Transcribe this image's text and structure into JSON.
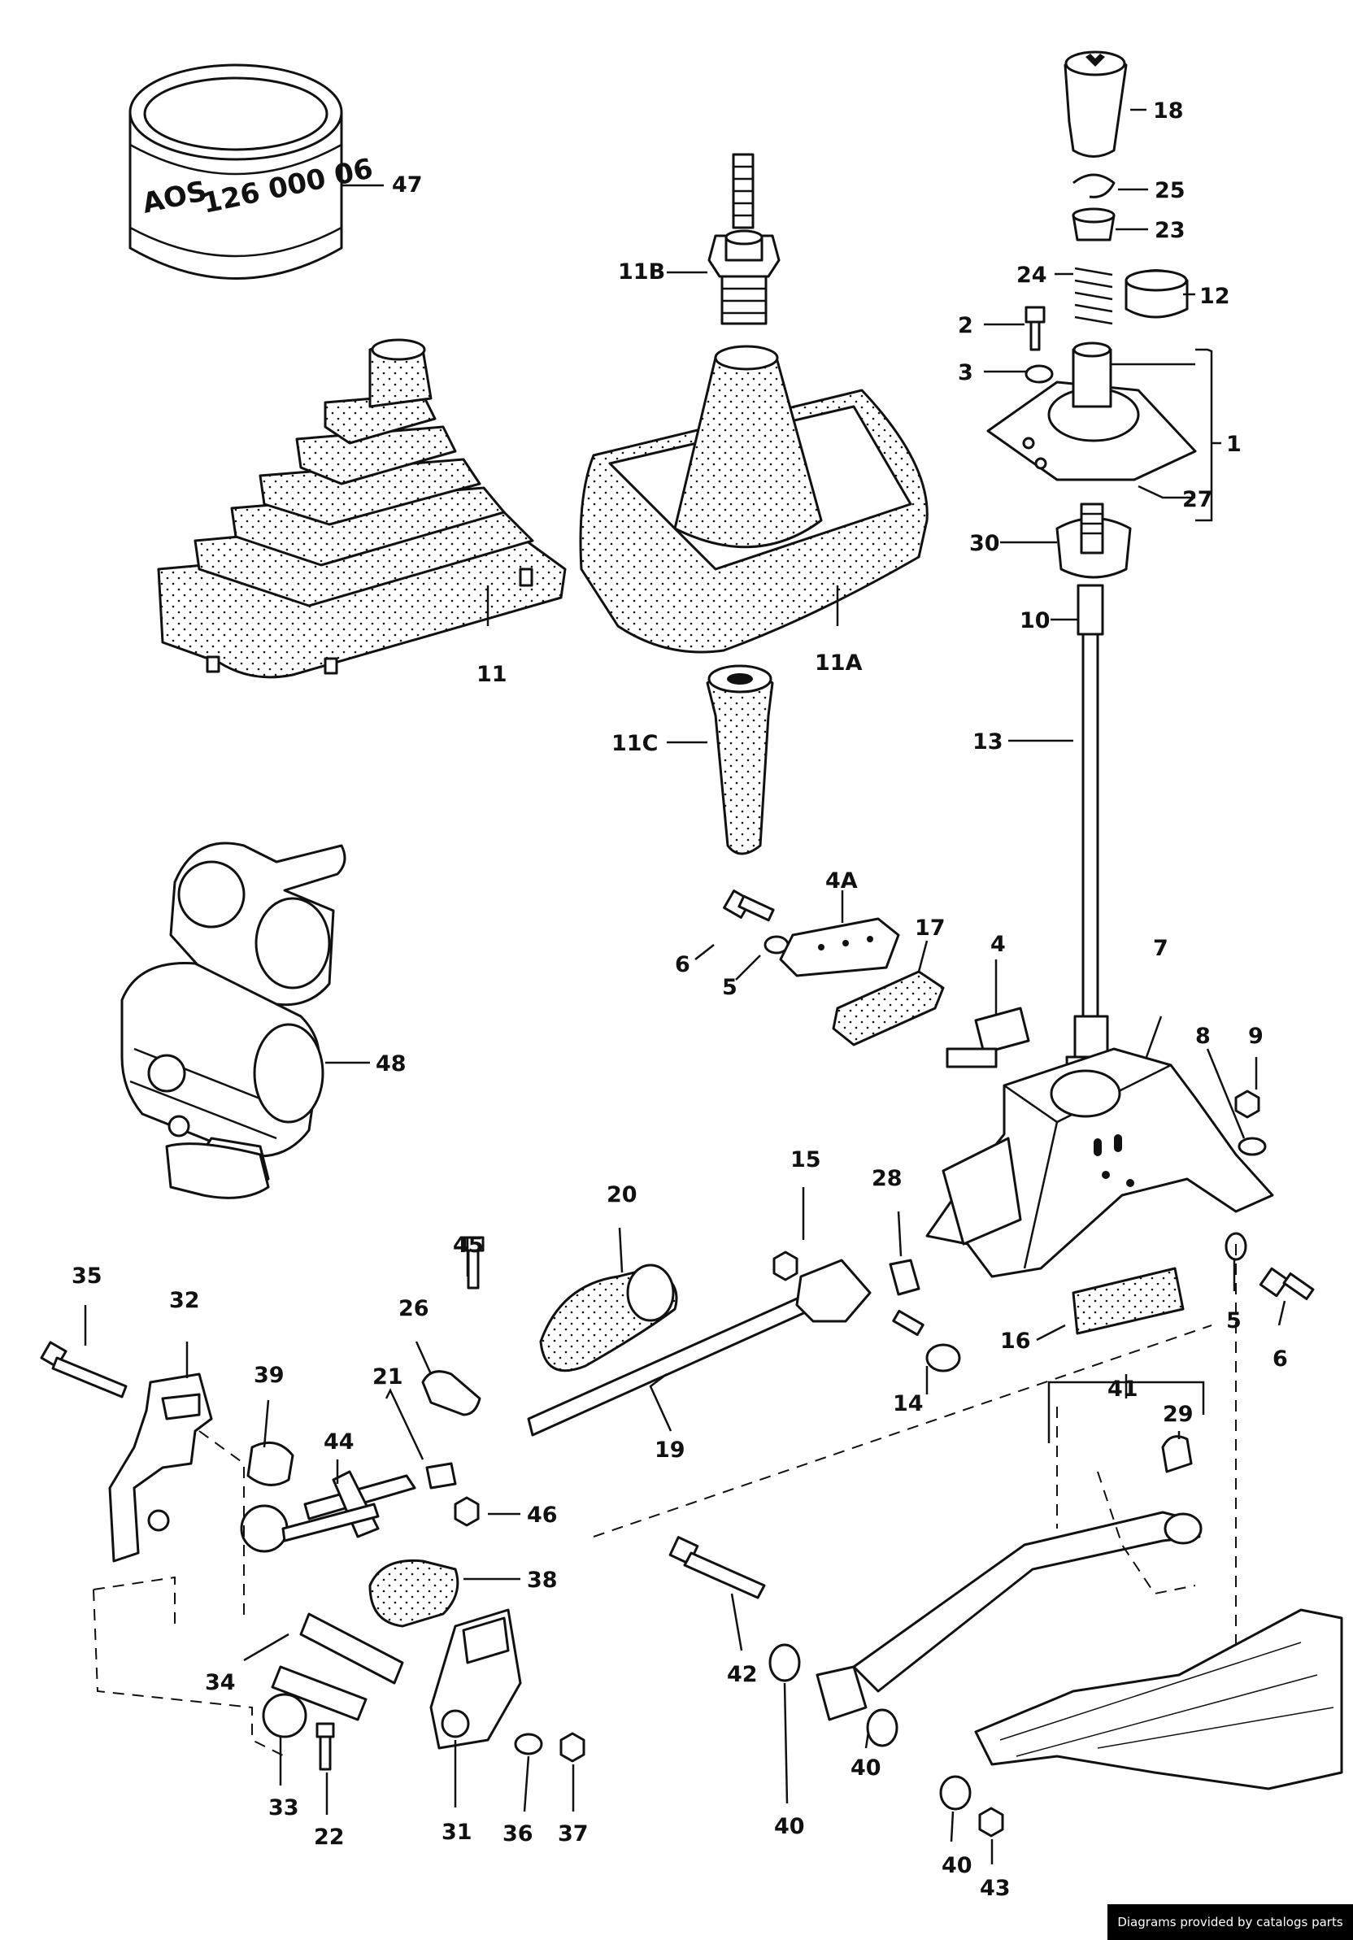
{
  "callouts": [
    {
      "id": "47",
      "text": "47"
    },
    {
      "id": "11B",
      "text": "11B"
    },
    {
      "id": "18",
      "text": "18"
    },
    {
      "id": "25",
      "text": "25"
    },
    {
      "id": "23",
      "text": "23"
    },
    {
      "id": "24",
      "text": "24"
    },
    {
      "id": "12",
      "text": "12"
    },
    {
      "id": "2",
      "text": "2"
    },
    {
      "id": "3",
      "text": "3"
    },
    {
      "id": "1",
      "text": "1"
    },
    {
      "id": "27",
      "text": "27"
    },
    {
      "id": "30",
      "text": "30"
    },
    {
      "id": "10",
      "text": "10"
    },
    {
      "id": "11",
      "text": "11"
    },
    {
      "id": "11A",
      "text": "11A"
    },
    {
      "id": "11C",
      "text": "11C"
    },
    {
      "id": "13",
      "text": "13"
    },
    {
      "id": "4A",
      "text": "4A"
    },
    {
      "id": "6a",
      "text": "6"
    },
    {
      "id": "5a",
      "text": "5"
    },
    {
      "id": "17",
      "text": "17"
    },
    {
      "id": "4",
      "text": "4"
    },
    {
      "id": "7",
      "text": "7"
    },
    {
      "id": "8",
      "text": "8"
    },
    {
      "id": "9",
      "text": "9"
    },
    {
      "id": "48",
      "text": "48"
    },
    {
      "id": "15",
      "text": "15"
    },
    {
      "id": "20",
      "text": "20"
    },
    {
      "id": "28",
      "text": "28"
    },
    {
      "id": "45",
      "text": "45"
    },
    {
      "id": "35",
      "text": "35"
    },
    {
      "id": "32",
      "text": "32"
    },
    {
      "id": "26",
      "text": "26"
    },
    {
      "id": "5b",
      "text": "5"
    },
    {
      "id": "6b",
      "text": "6"
    },
    {
      "id": "16",
      "text": "16"
    },
    {
      "id": "14",
      "text": "14"
    },
    {
      "id": "39",
      "text": "39"
    },
    {
      "id": "21",
      "text": "21"
    },
    {
      "id": "19",
      "text": "19"
    },
    {
      "id": "41",
      "text": "41"
    },
    {
      "id": "29",
      "text": "29"
    },
    {
      "id": "44",
      "text": "44"
    },
    {
      "id": "46",
      "text": "46"
    },
    {
      "id": "38",
      "text": "38"
    },
    {
      "id": "34",
      "text": "34"
    },
    {
      "id": "42",
      "text": "42"
    },
    {
      "id": "40a",
      "text": "40"
    },
    {
      "id": "33",
      "text": "33"
    },
    {
      "id": "22",
      "text": "22"
    },
    {
      "id": "31",
      "text": "31"
    },
    {
      "id": "36",
      "text": "36"
    },
    {
      "id": "37",
      "text": "37"
    },
    {
      "id": "40b",
      "text": "40"
    },
    {
      "id": "40c",
      "text": "40"
    },
    {
      "id": "43",
      "text": "43"
    }
  ],
  "stamp": {
    "line1": "AOS",
    "line2": "126 000 06"
  },
  "credit": "Diagrams provided by catalogs parts"
}
